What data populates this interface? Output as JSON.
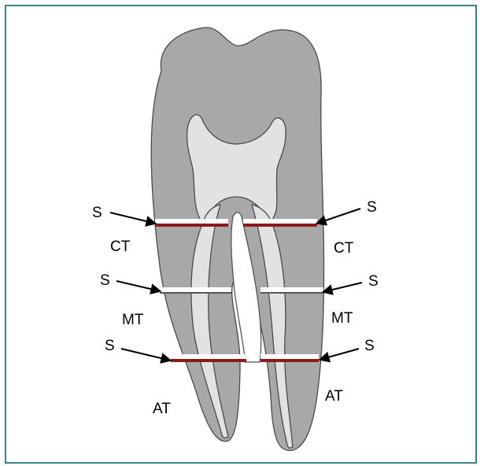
{
  "colors": {
    "frame": "#3c8585",
    "tooth_outer": "#a8a8a8",
    "pulp": "#e2e2e2",
    "outline": "#4a4a4a",
    "section_line": "#ffffff",
    "section_mark": "#8b1a1a",
    "arrow": "#000000"
  },
  "labels": {
    "section": "S",
    "coronal": "CT",
    "middle": "MT",
    "apical": "AT"
  }
}
